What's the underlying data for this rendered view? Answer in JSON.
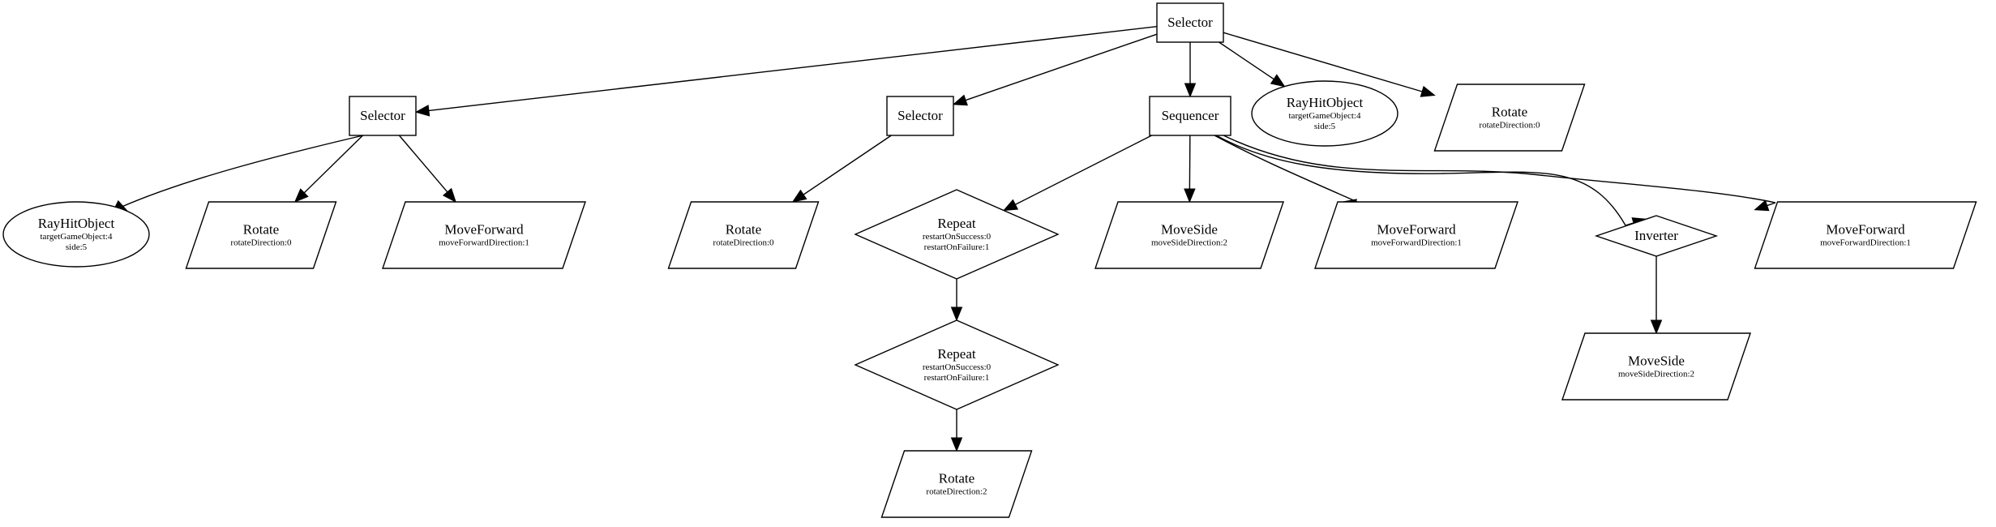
{
  "diagram": {
    "nodes": {
      "selector_root": {
        "shape": "box",
        "title": "Selector",
        "params": []
      },
      "selector_a": {
        "shape": "box",
        "title": "Selector",
        "params": []
      },
      "selector_b": {
        "shape": "box",
        "title": "Selector",
        "params": []
      },
      "sequencer": {
        "shape": "box",
        "title": "Sequencer",
        "params": []
      },
      "rayhit_root": {
        "shape": "ellipse",
        "title": "RayHitObject",
        "params": [
          "targetGameObject:4",
          "side:5"
        ]
      },
      "rotate_root": {
        "shape": "parallelogram",
        "title": "Rotate",
        "params": [
          "rotateDirection:0"
        ]
      },
      "rayhit_a": {
        "shape": "ellipse",
        "title": "RayHitObject",
        "params": [
          "targetGameObject:4",
          "side:5"
        ]
      },
      "rotate_a": {
        "shape": "parallelogram",
        "title": "Rotate",
        "params": [
          "rotateDirection:0"
        ]
      },
      "moveforward_a": {
        "shape": "parallelogram",
        "title": "MoveForward",
        "params": [
          "moveForwardDirection:1"
        ]
      },
      "rotate_b": {
        "shape": "parallelogram",
        "title": "Rotate",
        "params": [
          "rotateDirection:0"
        ]
      },
      "repeat_1": {
        "shape": "diamond",
        "title": "Repeat",
        "params": [
          "restartOnSuccess:0",
          "restartOnFailure:1"
        ]
      },
      "moveside_seq": {
        "shape": "parallelogram",
        "title": "MoveSide",
        "params": [
          "moveSideDirection:2"
        ]
      },
      "moveforward_seq1": {
        "shape": "parallelogram",
        "title": "MoveForward",
        "params": [
          "moveForwardDirection:1"
        ]
      },
      "inverter": {
        "shape": "diamond",
        "title": "Inverter",
        "params": []
      },
      "moveforward_seq2": {
        "shape": "parallelogram",
        "title": "MoveForward",
        "params": [
          "moveForwardDirection:1"
        ]
      },
      "repeat_2": {
        "shape": "diamond",
        "title": "Repeat",
        "params": [
          "restartOnSuccess:0",
          "restartOnFailure:1"
        ]
      },
      "moveside_inv": {
        "shape": "parallelogram",
        "title": "MoveSide",
        "params": [
          "moveSideDirection:2"
        ]
      },
      "rotate_leaf": {
        "shape": "parallelogram",
        "title": "Rotate",
        "params": [
          "rotateDirection:2"
        ]
      }
    },
    "edges": [
      {
        "from": "selector_root",
        "to": "selector_a"
      },
      {
        "from": "selector_root",
        "to": "selector_b"
      },
      {
        "from": "selector_root",
        "to": "sequencer"
      },
      {
        "from": "selector_root",
        "to": "rayhit_root"
      },
      {
        "from": "selector_root",
        "to": "rotate_root"
      },
      {
        "from": "selector_a",
        "to": "rayhit_a"
      },
      {
        "from": "selector_a",
        "to": "rotate_a"
      },
      {
        "from": "selector_a",
        "to": "moveforward_a"
      },
      {
        "from": "selector_b",
        "to": "rotate_b"
      },
      {
        "from": "sequencer",
        "to": "repeat_1"
      },
      {
        "from": "sequencer",
        "to": "moveside_seq"
      },
      {
        "from": "sequencer",
        "to": "moveforward_seq1"
      },
      {
        "from": "sequencer",
        "to": "inverter"
      },
      {
        "from": "sequencer",
        "to": "moveforward_seq2"
      },
      {
        "from": "repeat_1",
        "to": "repeat_2"
      },
      {
        "from": "repeat_2",
        "to": "rotate_leaf"
      },
      {
        "from": "inverter",
        "to": "moveside_inv"
      }
    ]
  }
}
